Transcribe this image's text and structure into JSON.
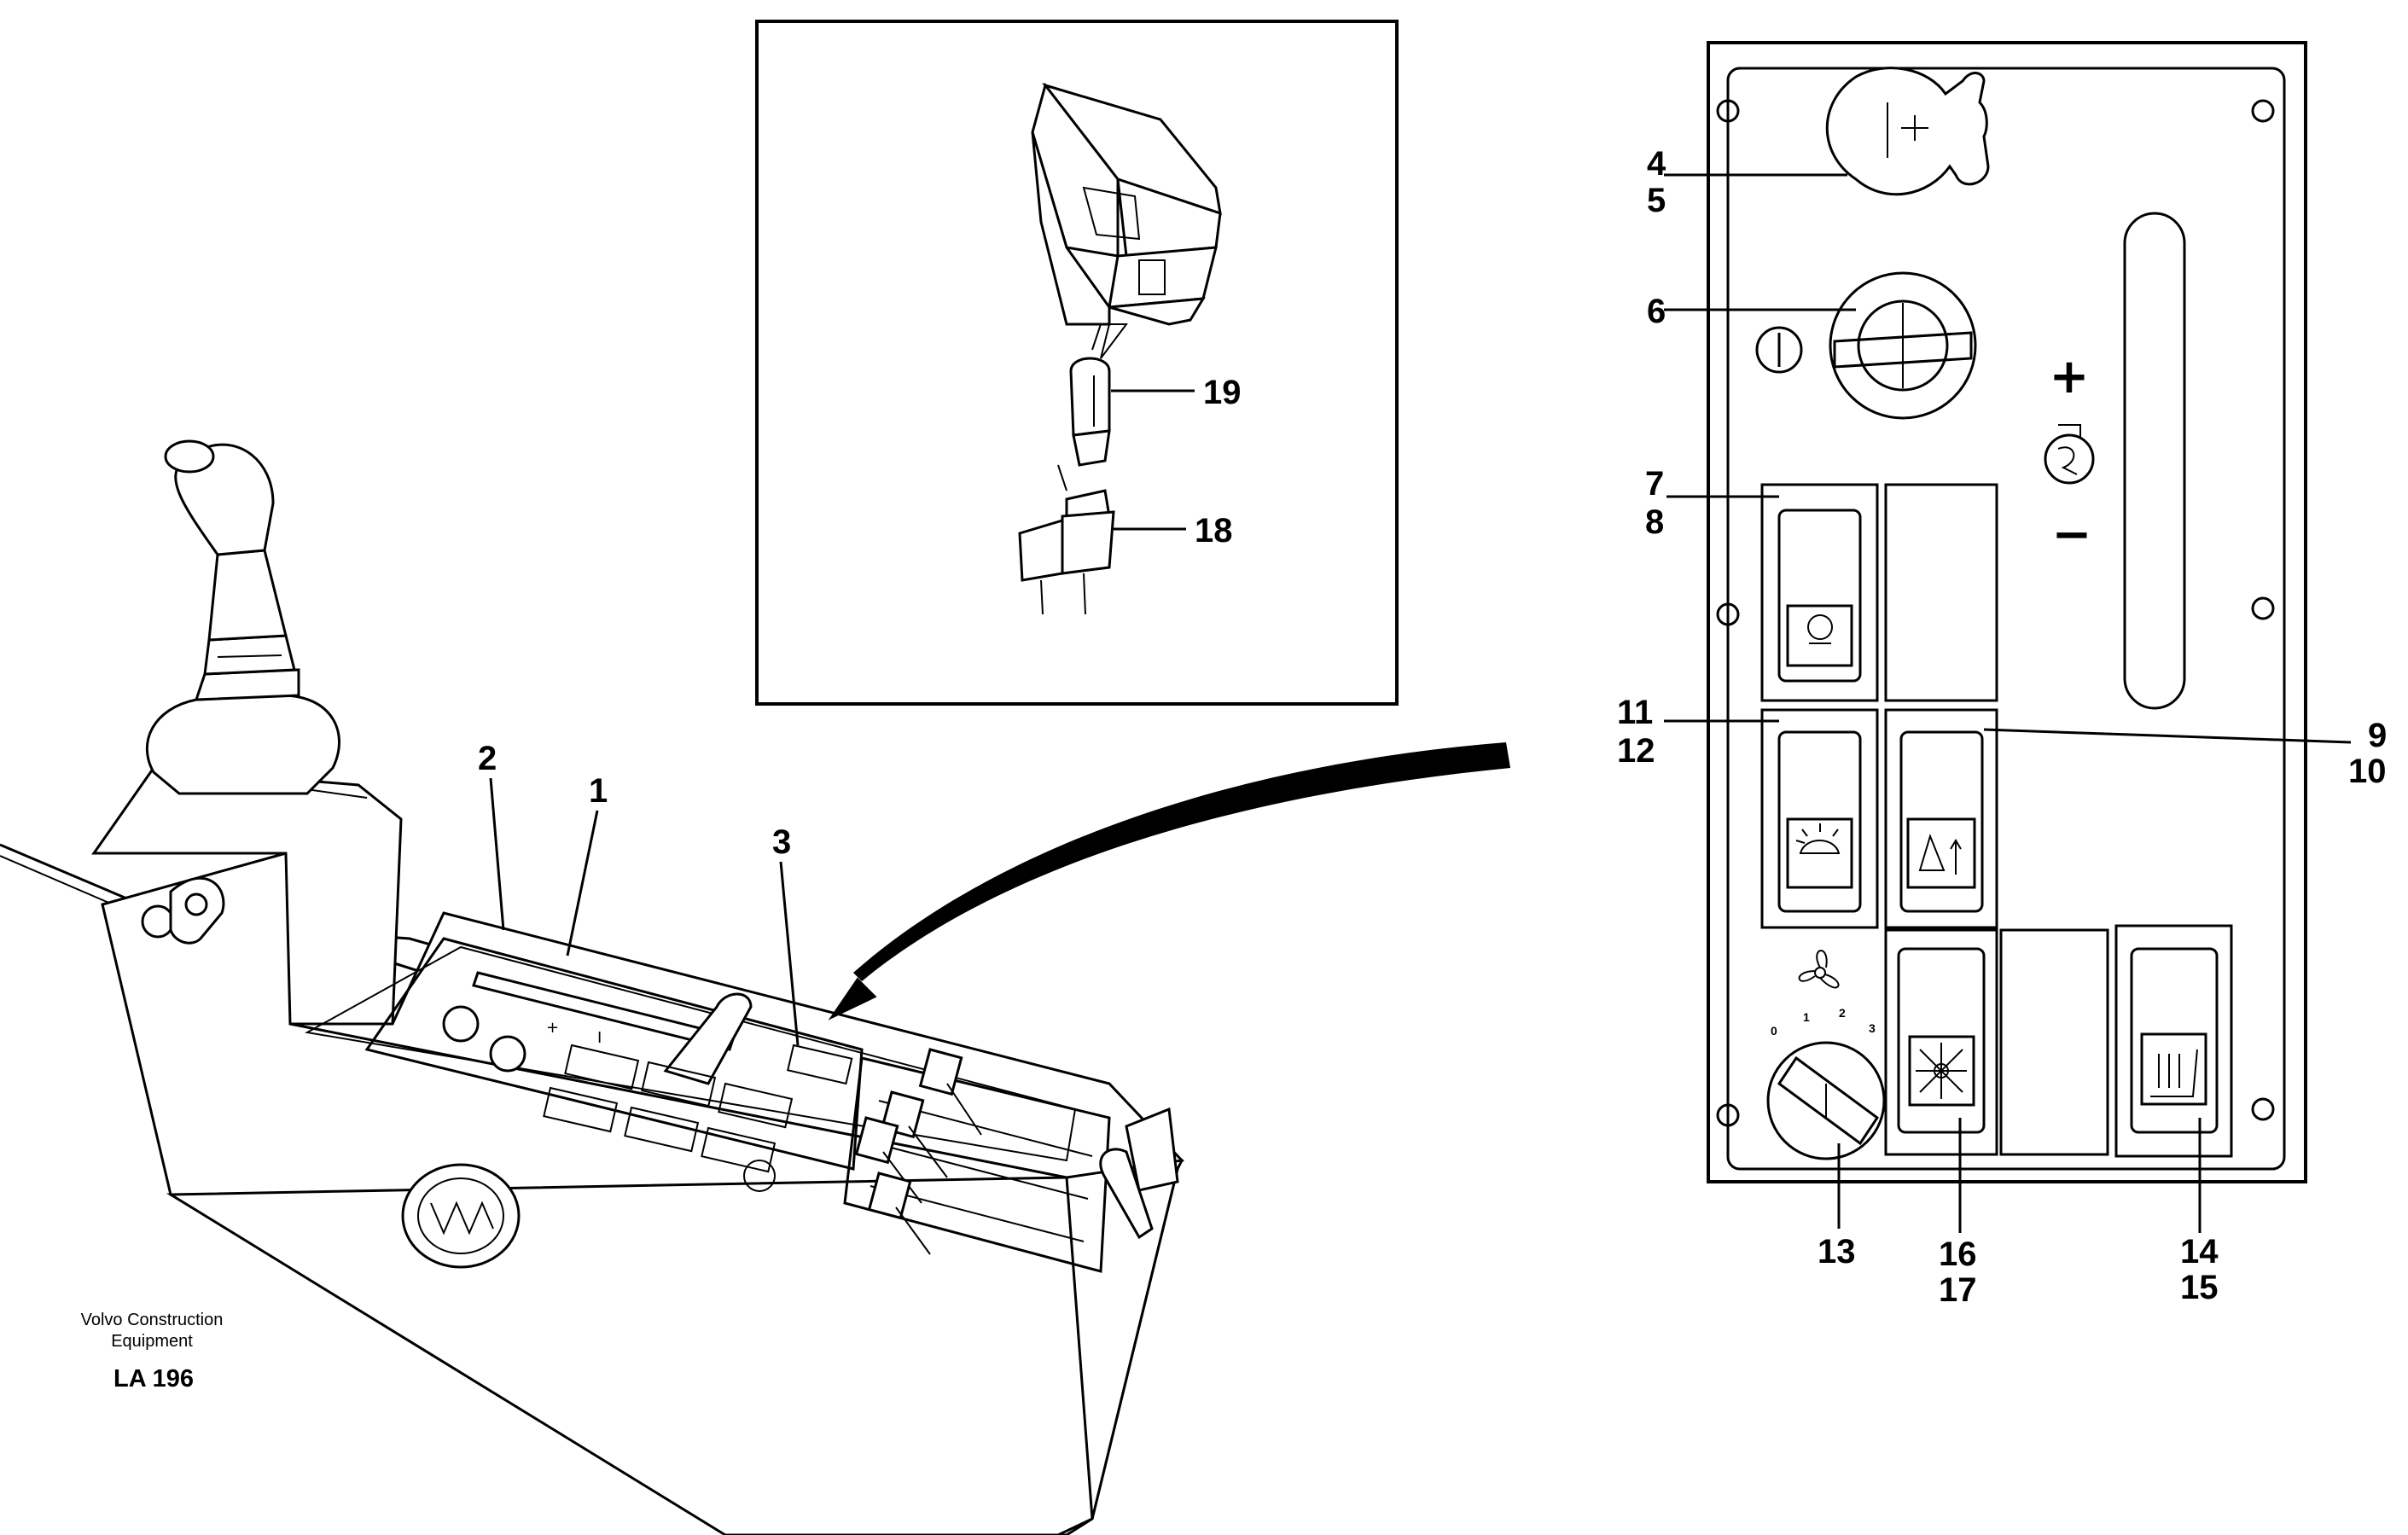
{
  "callouts": {
    "c1": "1",
    "c2": "2",
    "c3": "3",
    "c4": "4",
    "c5": "5",
    "c6": "6",
    "c7": "7",
    "c8": "8",
    "c9": "9",
    "c10": "10",
    "c11": "11",
    "c12": "12",
    "c13": "13",
    "c14": "14",
    "c15": "15",
    "c16": "16",
    "c17": "17",
    "c18": "18",
    "c19": "19"
  },
  "panel": {
    "plus_sign": "+",
    "minus_sign": "−",
    "dial_labels": [
      "0",
      "1",
      "2",
      "3"
    ]
  },
  "console": {
    "plus_mark": "+",
    "bar_mark": "I"
  },
  "footer": {
    "company_line1": "Volvo Construction",
    "company_line2": "Equipment",
    "code": "LA 196"
  },
  "icons": [
    "joystick-lever",
    "throttle-lever",
    "ignition-switch",
    "rocker-switch",
    "bulb",
    "bulb-holder",
    "work-light-icon",
    "headlight-icon",
    "wiper-icon",
    "fan-icon",
    "defroster-icon",
    "seat-heater-icon",
    "engine-icon"
  ]
}
